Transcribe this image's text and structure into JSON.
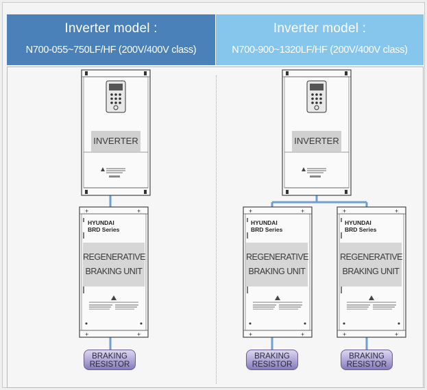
{
  "colors": {
    "header_left": "#4a81b8",
    "header_right": "#86c5ec",
    "connector": "#6e9fd0",
    "resistor": "#9a90c8"
  },
  "headers": {
    "left": {
      "title": "Inverter model :",
      "model": "N700-055~750LF/HF (200V/400V class)"
    },
    "right": {
      "title": "Inverter model :",
      "model": "N700-900~1320LF/HF (200V/400V class)"
    }
  },
  "inverter": {
    "label": "INVERTER"
  },
  "brd": {
    "brand": "HYUNDAI",
    "series": "BRD Series",
    "label_line1": "REGENERATIVE",
    "label_line2": "BRAKING UNIT"
  },
  "resistor": {
    "line1": "BRAKING",
    "line2": "RESISTOR"
  }
}
